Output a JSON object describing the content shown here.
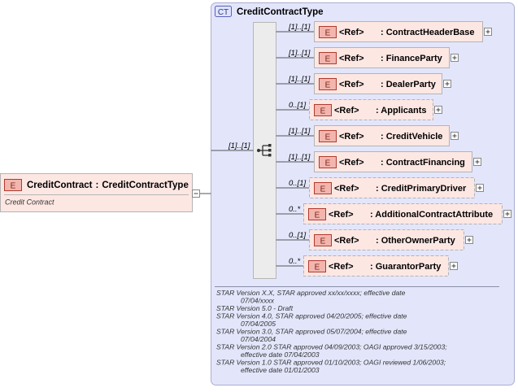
{
  "root": {
    "badge": "E",
    "name": "CreditContract",
    "separator": ":",
    "type": "CreditContractType",
    "doc": "Credit Contract",
    "collapse_glyph": "−"
  },
  "complex_type": {
    "badge": "CT",
    "title": "CreditContractType"
  },
  "sequence": {
    "multiplicity": "[1]..[1]",
    "icon": "sequence-compositor-icon"
  },
  "element_badge": "E",
  "ref_label": "<Ref>",
  "expand_glyph": "+",
  "children": [
    {
      "multiplicity": "[1]..[1]",
      "name": ": ContractHeaderBase",
      "optional": false
    },
    {
      "multiplicity": "[1]..[1]",
      "name": ": FinanceParty",
      "optional": false
    },
    {
      "multiplicity": "[1]..[1]",
      "name": ": DealerParty",
      "optional": false
    },
    {
      "multiplicity": "0..[1]",
      "name": ": Applicants",
      "optional": true
    },
    {
      "multiplicity": "[1]..[1]",
      "name": ": CreditVehicle",
      "optional": false
    },
    {
      "multiplicity": "[1]..[1]",
      "name": ": ContractFinancing",
      "optional": false
    },
    {
      "multiplicity": "0..[1]",
      "name": ": CreditPrimaryDriver",
      "optional": true
    },
    {
      "multiplicity": "0..*",
      "name": ": AdditionalContractAttribute",
      "optional": true
    },
    {
      "multiplicity": "0..[1]",
      "name": ": OtherOwnerParty",
      "optional": true
    },
    {
      "multiplicity": "0..*",
      "name": ": GuarantorParty",
      "optional": true
    }
  ],
  "version_notes": [
    "STAR Version X.X, STAR approved xx/xx/xxxx; effective date",
    "07/04/xxxx",
    "STAR Version 5.0 - Draft",
    "STAR Version 4.0, STAR approved 04/20/2005; effective date",
    "07/04/2005",
    "STAR Version 3.0, STAR approved 05/07/2004; effective date",
    "07/04/2004",
    "STAR Version 2.0 STAR approved 04/09/2003; OAGI approved 3/15/2003;",
    "effective date 07/04/2003",
    "STAR Version 1.0 STAR approved 01/10/2003; OAGI reviewed 1/06/2003;",
    "effective date 01/01/2003"
  ],
  "colors": {
    "panel_fill": "#e3e6fb",
    "panel_stroke": "#a9aed0",
    "node_fill": "#fde7e3",
    "node_stroke": "#b4b4b4",
    "badge_fill": "#f3b6ae",
    "badge_stroke": "#b03a2e",
    "bar_fill": "#ececec",
    "line": "#555555",
    "text": "#000000",
    "note_text": "#333333"
  }
}
